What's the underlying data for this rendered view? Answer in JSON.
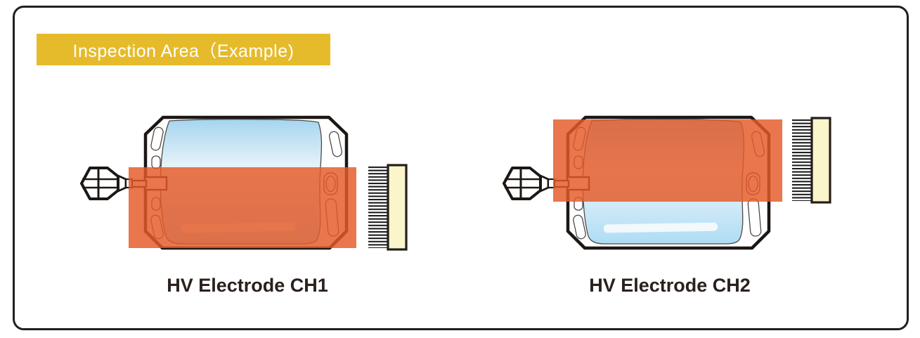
{
  "header": {
    "badge_label": "Inspection Area（Example)"
  },
  "figures": [
    {
      "id": "ch1",
      "caption": "HV Electrode CH1",
      "inspection_zone": "lower portion of pouch"
    },
    {
      "id": "ch2",
      "caption": "HV Electrode CH2",
      "inspection_zone": "upper portion of pouch"
    }
  ],
  "colors": {
    "badge_gold": "#E6BB2B",
    "badge_text": "#FFFFFF",
    "frame_border": "#241E1C",
    "caption_text": "#2A201D",
    "inspection_overlay": "#E55A28",
    "pouch_blue_top": "#A5D5EF",
    "pouch_blue_light": "#EEF6FB",
    "pouch_blue_bottom": "#AEDCF4",
    "pouch_outline": "#4E4A48",
    "bag_outline": "#1D1714",
    "connector_pins": "#141414",
    "connector_bar_cream": "#FBF5CB"
  }
}
